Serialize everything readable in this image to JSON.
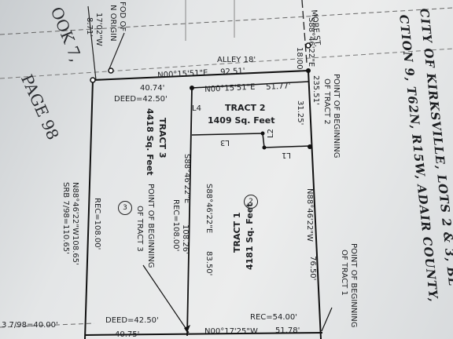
{
  "labels": {
    "alley": "ALLEY 18'",
    "n_brg_top_a": "N00°15'51\"E",
    "n_dist_top_a": "92.51'",
    "n_brg_top_b": "N00°15'51\"E",
    "n_dist_top_b": "51.77'",
    "dist_4074": "40.74'",
    "deed_top": "DEED=42.50'",
    "dist_235": "235.51'",
    "dist_3125": "31.25'",
    "pob2_a": "POINT OF BEGINNING",
    "pob2_b": "OF TRACT 2",
    "tract2_name": "TRACT 2",
    "tract2_area": "1409 Sq. Feet",
    "l4": "L4",
    "l3": "L3",
    "l2": "L2",
    "l1": "L1",
    "tract3_name": "TRACT 3",
    "tract3_area": "4418 Sq. Feet",
    "tract1_name": "TRACT 1",
    "tract1_area": "4181 Sq. Feet",
    "circle_1": "3",
    "circle_2": "2",
    "s88_a": "S88°46'22\"E",
    "s88_a_dist": "108.26'",
    "rec_108_a": "REC=108.00'",
    "s88_b": "S88°46'22\"E",
    "s88_b_dist": "83.50'",
    "n88_right": "N88°46'22\"W",
    "n88_right_dist": "76.50'",
    "rec_108_b": "REC=108.00'",
    "n88_left": "N88°46'22\"W",
    "n88_left_dist": "108.65'",
    "srb": "SRB 7/98=110.65'",
    "pob3_a": "POINT OF BEGINNING",
    "pob3_b": "OF TRACT 3",
    "pob1_a": "POINT OF BEGINNING",
    "pob1_b": "OF TRACT 1",
    "rec_54": "REC=54.00'",
    "deed_bottom": "DEED=42.50'",
    "n00_bottom": "N00°17'25\"W",
    "n00_bottom_dist": "51.78'",
    "dist_4075": "40.75'",
    "srb_bottom": "3 7/98=40.00'",
    "s88_topleft": "S88°46'22\"E",
    "dist_1800": "18.00'",
    "street": "MORE ST.",
    "left_brg": "17'02\"W",
    "left_dist": "8.71'",
    "left_note_a": "FOD OF",
    "left_note_b": "N ORIGIN",
    "title_1": "CITY OF KIRKSVILLE, LOTS 2 & 3, BL",
    "title_2": "CTION 9, T62N, R15W, ADAIR COUNTY,",
    "hand_1": "OOK 7,",
    "hand_2": "PAGE 98"
  }
}
